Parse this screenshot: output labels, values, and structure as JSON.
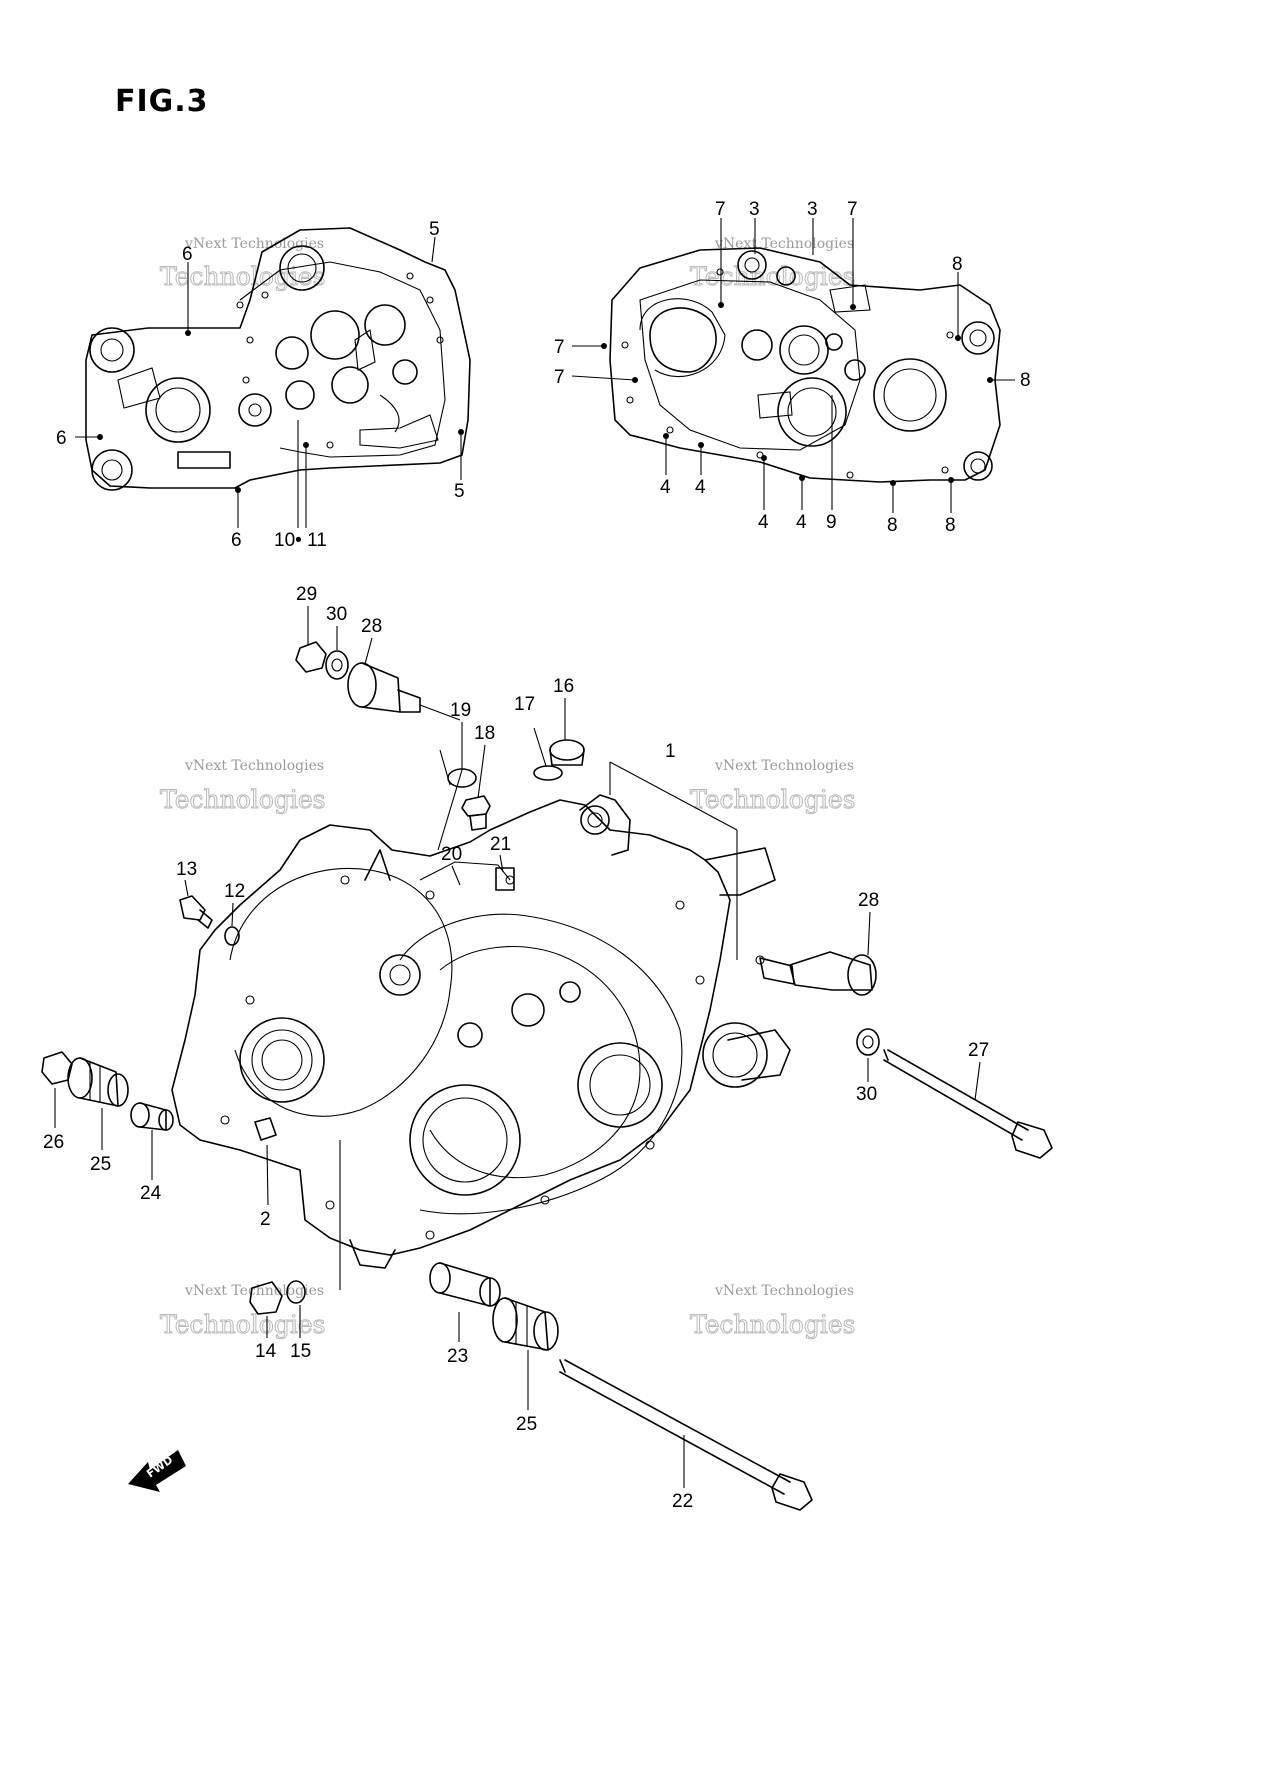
{
  "figure": {
    "title": "FIG.3"
  },
  "watermark": {
    "line1": "vNext Technologies",
    "line2": "Technologies"
  },
  "fwd_label": "FWD",
  "callouts": [
    {
      "id": "c5a",
      "text": "5"
    },
    {
      "id": "c6a",
      "text": "6"
    },
    {
      "id": "c6b",
      "text": "6"
    },
    {
      "id": "c6c",
      "text": "6"
    },
    {
      "id": "c5b",
      "text": "5"
    },
    {
      "id": "c1011",
      "text": "10• 11"
    },
    {
      "id": "c7a",
      "text": "7"
    },
    {
      "id": "c3a",
      "text": "3"
    },
    {
      "id": "c3b",
      "text": "3"
    },
    {
      "id": "c7b",
      "text": "7"
    },
    {
      "id": "c8a",
      "text": "8"
    },
    {
      "id": "c7c",
      "text": "7"
    },
    {
      "id": "c7d",
      "text": "7"
    },
    {
      "id": "c8b",
      "text": "8"
    },
    {
      "id": "c4a",
      "text": "4"
    },
    {
      "id": "c4b",
      "text": "4"
    },
    {
      "id": "c4c",
      "text": "4"
    },
    {
      "id": "c4d",
      "text": "4"
    },
    {
      "id": "c9",
      "text": "9"
    },
    {
      "id": "c8c",
      "text": "8"
    },
    {
      "id": "c8d",
      "text": "8"
    },
    {
      "id": "c29",
      "text": "29"
    },
    {
      "id": "c30a",
      "text": "30"
    },
    {
      "id": "c28a",
      "text": "28"
    },
    {
      "id": "c19",
      "text": "19"
    },
    {
      "id": "c17",
      "text": "17"
    },
    {
      "id": "c16",
      "text": "16"
    },
    {
      "id": "c18",
      "text": "18"
    },
    {
      "id": "c1",
      "text": "1"
    },
    {
      "id": "c20",
      "text": "20"
    },
    {
      "id": "c21",
      "text": "21"
    },
    {
      "id": "c13",
      "text": "13"
    },
    {
      "id": "c12",
      "text": "12"
    },
    {
      "id": "c28b",
      "text": "28"
    },
    {
      "id": "c27",
      "text": "27"
    },
    {
      "id": "c30b",
      "text": "30"
    },
    {
      "id": "c26",
      "text": "26"
    },
    {
      "id": "c25a",
      "text": "25"
    },
    {
      "id": "c24",
      "text": "24"
    },
    {
      "id": "c2",
      "text": "2"
    },
    {
      "id": "c14",
      "text": "14"
    },
    {
      "id": "c15",
      "text": "15"
    },
    {
      "id": "c23",
      "text": "23"
    },
    {
      "id": "c25b",
      "text": "25"
    },
    {
      "id": "c22",
      "text": "22"
    }
  ]
}
